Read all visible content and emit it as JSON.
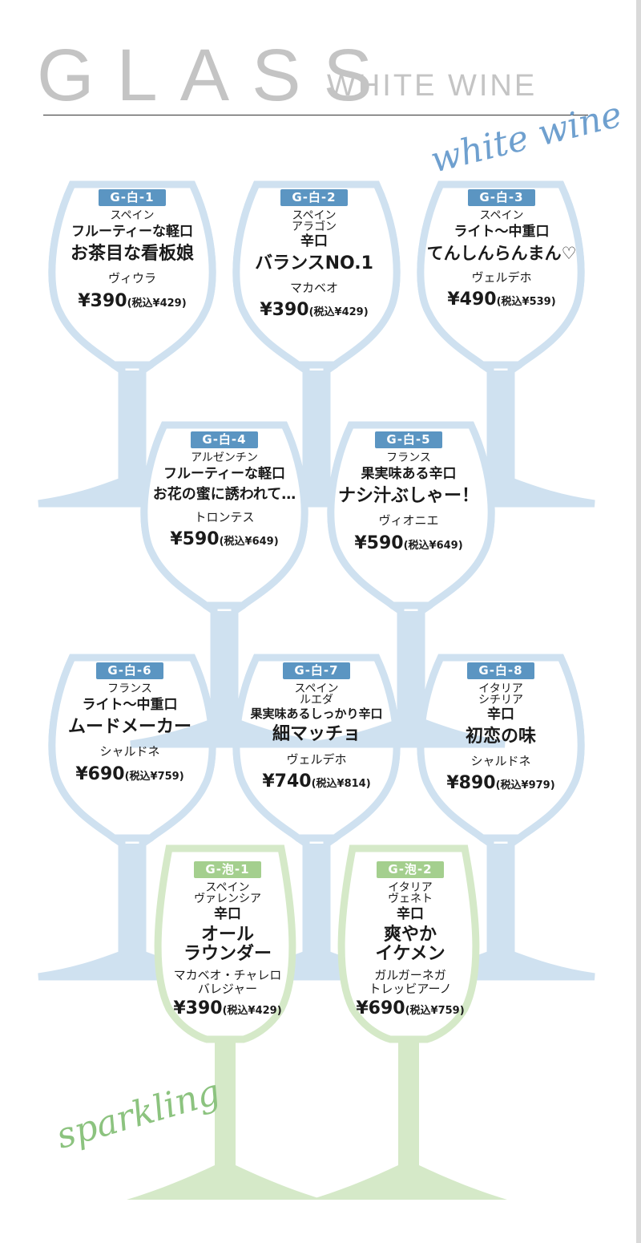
{
  "header": {
    "title": "GLASS",
    "subtitle": "WHITE WINE",
    "script_white": "white wine",
    "script_sparkling": "sparkling"
  },
  "colors": {
    "white_glass": "#cfe1f0",
    "sparkling_glass": "#d5e9c8",
    "white_badge": "#5b95c2",
    "sparkling_badge": "#a4cf8e",
    "title_gray": "#c4c4c4"
  },
  "wines": [
    {
      "code": "G-白-1",
      "origin": [
        "スペイン"
      ],
      "style": "フルーティーな軽口",
      "name": [
        "お茶目な看板娘"
      ],
      "grape": [
        "ヴィウラ"
      ],
      "price": "¥390",
      "tax": "(税込¥429)"
    },
    {
      "code": "G-白-2",
      "origin": [
        "スペイン",
        "アラゴン"
      ],
      "style": "辛口",
      "name": [
        "バランスNO.1"
      ],
      "grape": [
        "マカベオ"
      ],
      "price": "¥390",
      "tax": "(税込¥429)"
    },
    {
      "code": "G-白-3",
      "origin": [
        "スペイン"
      ],
      "style": "ライト〜中重口",
      "name": [
        "てんしんらんまん♡"
      ],
      "grape": [
        "ヴェルデホ"
      ],
      "price": "¥490",
      "tax": "(税込¥539)"
    },
    {
      "code": "G-白-4",
      "origin": [
        "アルゼンチン"
      ],
      "style": "フルーティーな軽口",
      "name": [
        "お花の蜜に誘われて…"
      ],
      "grape": [
        "トロンテス"
      ],
      "price": "¥590",
      "tax": "(税込¥649)"
    },
    {
      "code": "G-白-5",
      "origin": [
        "フランス"
      ],
      "style": "果実味ある辛口",
      "name": [
        "ナシ汁ぶしゃー！"
      ],
      "grape": [
        "ヴィオニエ"
      ],
      "price": "¥590",
      "tax": "(税込¥649)"
    },
    {
      "code": "G-白-6",
      "origin": [
        "フランス"
      ],
      "style": "ライト〜中重口",
      "name": [
        "ムードメーカー"
      ],
      "grape": [
        "シャルドネ"
      ],
      "price": "¥690",
      "tax": "(税込¥759)"
    },
    {
      "code": "G-白-7",
      "origin": [
        "スペイン",
        "ルエダ"
      ],
      "style": "果実味あるしっかり辛口",
      "name": [
        "細マッチョ"
      ],
      "grape": [
        "ヴェルデホ"
      ],
      "price": "¥740",
      "tax": "(税込¥814)"
    },
    {
      "code": "G-白-8",
      "origin": [
        "イタリア",
        "シチリア"
      ],
      "style": "辛口",
      "name": [
        "初恋の味"
      ],
      "grape": [
        "シャルドネ"
      ],
      "price": "¥890",
      "tax": "(税込¥979)"
    },
    {
      "code": "G-泡-1",
      "origin": [
        "スペイン",
        "ヴァレンシア"
      ],
      "style": "辛口",
      "name": [
        "オール",
        "ラウンダー"
      ],
      "grape": [
        "マカベオ・チャレロ",
        "バレジャー"
      ],
      "price": "¥390",
      "tax": "(税込¥429)"
    },
    {
      "code": "G-泡-2",
      "origin": [
        "イタリア",
        "ヴェネト"
      ],
      "style": "辛口",
      "name": [
        "爽やか",
        "イケメン"
      ],
      "grape": [
        "ガルガーネガ",
        "トレッビアーノ"
      ],
      "price": "¥690",
      "tax": "(税込¥759)"
    }
  ]
}
